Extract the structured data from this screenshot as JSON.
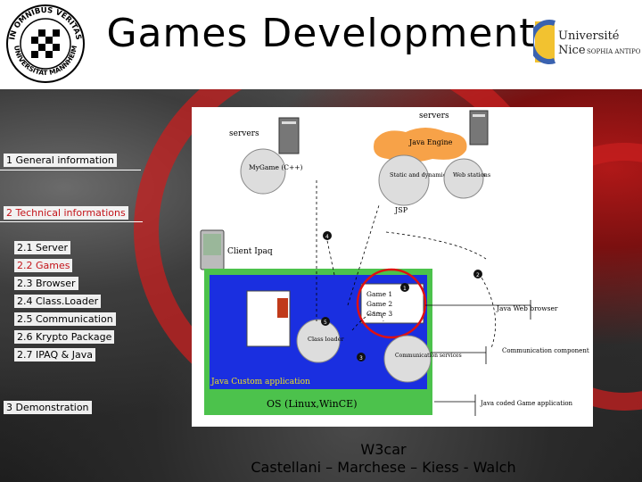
{
  "header": {
    "title": "Games Development",
    "seal_text_top": "IN OMNIBUS VERITAS",
    "seal_text_bottom": "UNIVERSITÄT MANNHEIM",
    "logo_line1": "Université",
    "logo_line2": "Nice",
    "logo_line3": "SOPHIA ANTIPOLIS"
  },
  "outline": {
    "items": [
      {
        "label": "1 General information",
        "active": false
      },
      {
        "label": "2 Technical informations",
        "active": true
      },
      {
        "label": "2.1 Server",
        "active": false
      },
      {
        "label": "2.2 Games",
        "active": true
      },
      {
        "label": "2.3 Browser",
        "active": false
      },
      {
        "label": "2.4 Class.Loader",
        "active": false
      },
      {
        "label": "2.5 Communication",
        "active": false
      },
      {
        "label": "2.6 Krypto Package",
        "active": false
      },
      {
        "label": "2.7 IPAQ & Java",
        "active": false
      },
      {
        "label": "3 Demonstration",
        "active": false
      }
    ]
  },
  "diagram": {
    "servers_left": "servers",
    "servers_right": "servers",
    "java_engine": "Java Engine",
    "mygame": "MyGame (C++)",
    "static_html": "Static and dynamic HTML pages",
    "web_stations": "Web stations",
    "jsp": "JSP",
    "client": "Client Ipaq",
    "games": [
      "Game 1",
      "Game 2",
      "Game 3"
    ],
    "class_loader": "Class loader",
    "comm_box": "Communication services",
    "java_web_browser": "Java Web browser",
    "comm_component": "Communication component",
    "java_coded": "Java coded Game application",
    "custom_app": "Java Custom application",
    "os": "OS (Linux,WinCE)",
    "steps": [
      "1",
      "2",
      "3",
      "4",
      "5"
    ]
  },
  "footer": {
    "line1": "W3car",
    "line2": "Castellani – Marchese – Kiess - Walch"
  },
  "colors": {
    "accent_red": "#c4141a",
    "diagram_blue": "#1a2fe0",
    "diagram_green": "#4cc24c",
    "java_orange": "#f7a248"
  }
}
